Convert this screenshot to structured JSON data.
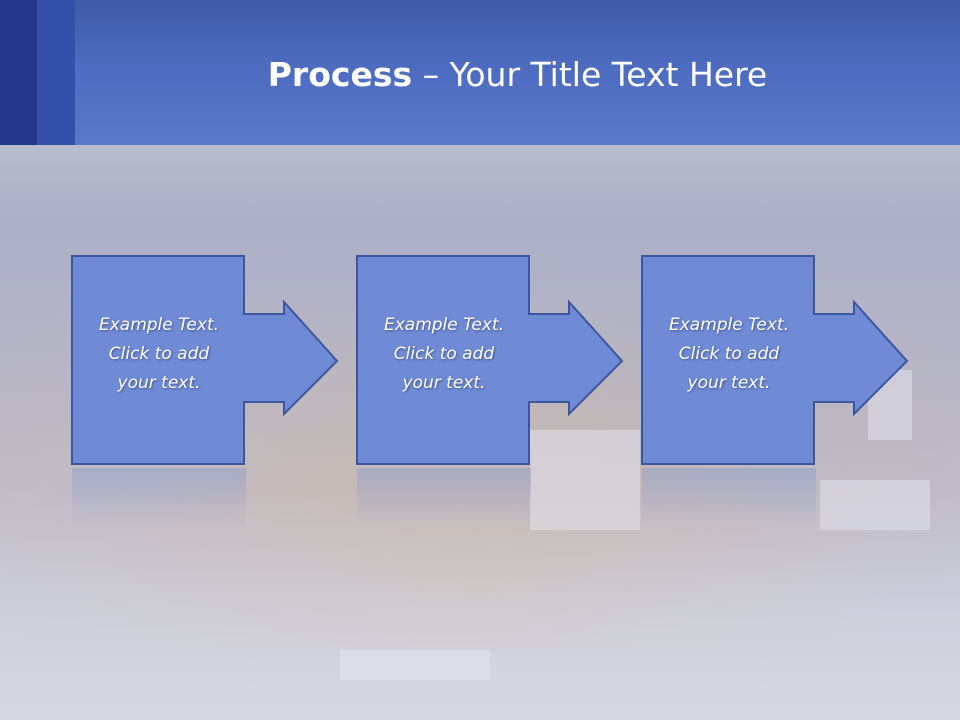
{
  "slide": {
    "title_bold": "Process",
    "title_rest": " – Your Title Text Here"
  },
  "steps": [
    {
      "line1": "Example Text.",
      "line2": "Click  to add",
      "line3": "your text."
    },
    {
      "line1": "Example Text.",
      "line2": "Click  to add",
      "line3": "your text."
    },
    {
      "line1": "Example Text.",
      "line2": "Click  to add",
      "line3": "your text."
    }
  ],
  "colors": {
    "header": "#4d6bbf",
    "header_strip_dark": "#24378a",
    "header_strip_mid": "#3550ab",
    "shape_fill": "#6f8bd6",
    "shape_stroke": "#3f559f"
  },
  "icons": [
    "right-arrow-icon",
    "right-arrow-icon",
    "right-arrow-icon"
  ]
}
